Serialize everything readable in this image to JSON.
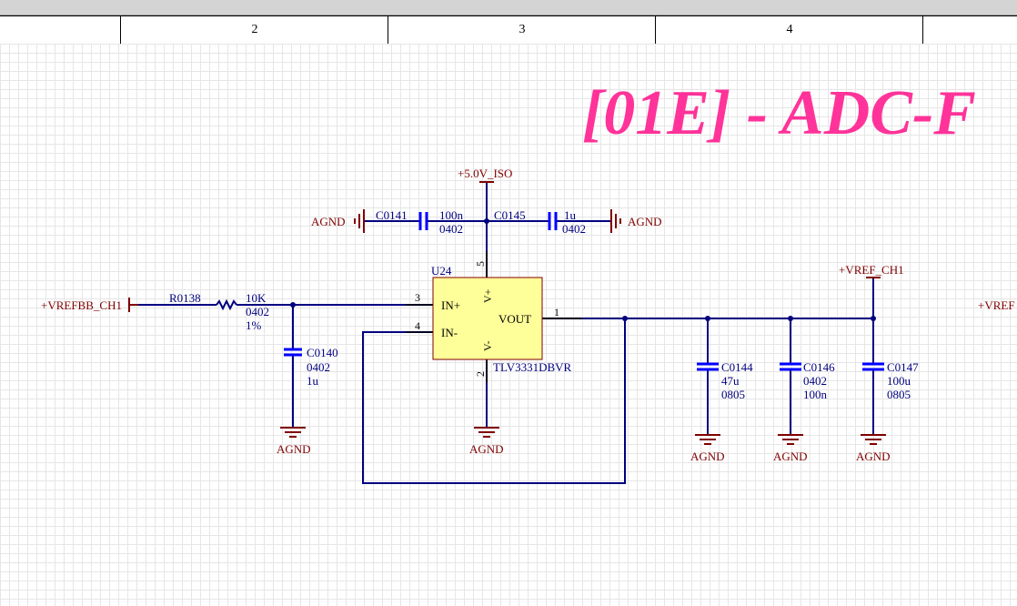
{
  "ruler": {
    "zones": [
      "2",
      "3",
      "4"
    ]
  },
  "sheet_title": "[01E] - ADC-F",
  "power": {
    "vcc": "+5.0V_ISO",
    "vref_ch1": "+VREF_CH1",
    "vrefbb_in": "+VREFBB_CH1",
    "vrefbb_out": "+VREF"
  },
  "ground": "AGND",
  "opamp": {
    "designator": "U24",
    "part": "TLV3331DBVR",
    "pin_in_plus": "IN+",
    "pin_in_minus": "IN-",
    "pin_vout": "VOUT",
    "pin_vplus": "V+",
    "pin_vminus": "V-",
    "pin3": "3",
    "pin4": "4",
    "pin1": "1",
    "pin5": "5",
    "pin2": "2"
  },
  "resistor": {
    "ref": "R0138",
    "value": "10K",
    "package": "0402",
    "tolerance": "1%"
  },
  "capacitors": {
    "C0140": {
      "ref": "C0140",
      "package": "0402",
      "value": "1u"
    },
    "C0141": {
      "ref": "C0141",
      "value": "100n",
      "package": "0402"
    },
    "C0145": {
      "ref": "C0145",
      "value": "1u",
      "package": "0402"
    },
    "C0144": {
      "ref": "C0144",
      "value": "47u",
      "package": "0805"
    },
    "C0146": {
      "ref": "C0146",
      "package": "0402",
      "value": "100n"
    },
    "C0147": {
      "ref": "C0147",
      "value": "100u",
      "package": "0805"
    }
  },
  "colors": {
    "wire": "#000080",
    "net_label": "#800000",
    "title": "#ff3399",
    "component_fill": "#ffff99",
    "component_outline": "#800000"
  }
}
